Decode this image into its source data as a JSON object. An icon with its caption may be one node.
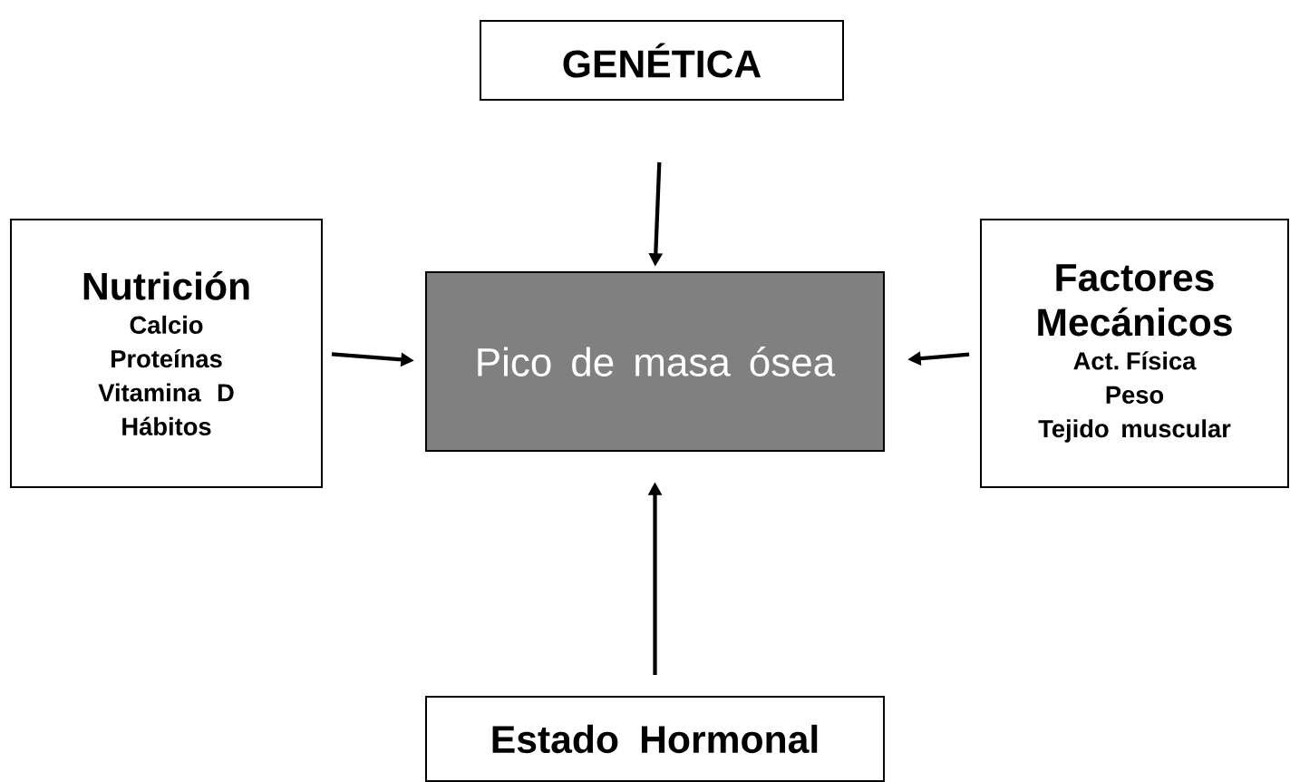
{
  "diagram": {
    "nodes": [
      {
        "text": [
          "GENÉTICA"
        ]
      },
      {
        "text": [
          "Nutrición",
          "Calcio",
          "Proteínas",
          "Vitamina D",
          "Hábitos"
        ]
      },
      {
        "text": [
          "Pico de masa ósea"
        ]
      },
      {
        "text": [
          "Factores Mecánicos",
          "Act. Física",
          "Peso",
          "Tejido muscular"
        ]
      },
      {
        "text": [
          "Estado Hormonal"
        ]
      }
    ],
    "edges": [
      {
        "from": 0,
        "to": 2,
        "arrow": "to"
      },
      {
        "from": 1,
        "to": 2,
        "arrow": "to"
      },
      {
        "from": 3,
        "to": 2,
        "arrow": "to"
      },
      {
        "from": 4,
        "to": 2,
        "arrow": "to"
      }
    ]
  }
}
